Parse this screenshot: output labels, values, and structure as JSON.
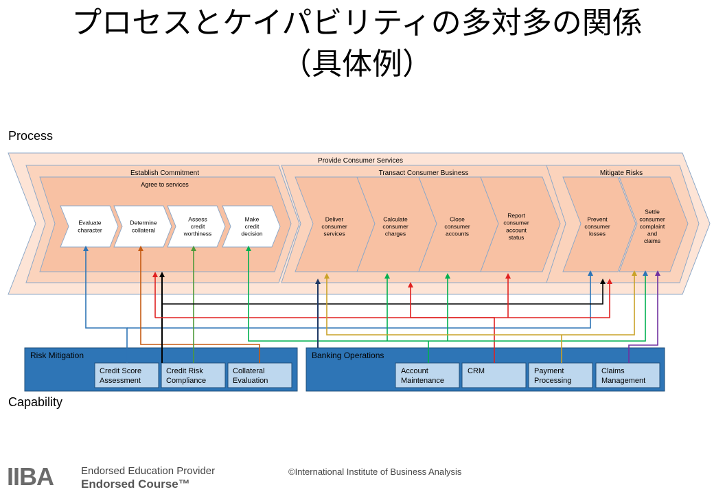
{
  "title": {
    "line1": "プロセスとケイパビリティの多対多の関係",
    "line2": "（具体例）"
  },
  "labels": {
    "process": "Process",
    "capability": "Capability"
  },
  "process": {
    "outer": "Provide Consumer Services",
    "groups": {
      "establish": "Establish Commitment",
      "transact": "Transact Consumer Business",
      "mitigate": "Mitigate Risks"
    },
    "agree": "Agree to services",
    "steps": {
      "evaluate": [
        "Evaluate",
        "character"
      ],
      "determine": [
        "Determine",
        "collateral"
      ],
      "assess": [
        "Assess",
        "credit",
        "worthiness"
      ],
      "decision": [
        "Make",
        "credit",
        "decision"
      ],
      "deliver": [
        "Deliver",
        "consumer",
        "services"
      ],
      "calculate": [
        "Calculate",
        "consumer",
        "charges"
      ],
      "close": [
        "Close",
        "consumer",
        "accounts"
      ],
      "report": [
        "Report",
        "consumer",
        "account",
        "status"
      ],
      "prevent": [
        "Prevent",
        "consumer",
        "losses"
      ],
      "settle": [
        "Settle",
        "consumer",
        "complaint",
        "and",
        "claims"
      ]
    }
  },
  "capability": {
    "risk": {
      "title": "Risk Mitigation",
      "items": [
        [
          "Credit Score",
          "Assessment"
        ],
        [
          "Credit Risk",
          "Compliance"
        ],
        [
          "Collateral",
          "Evaluation"
        ]
      ]
    },
    "banking": {
      "title": "Banking Operations",
      "items": [
        [
          "Account",
          "Maintenance"
        ],
        [
          "CRM"
        ],
        [
          "Payment",
          "Processing"
        ],
        [
          "Claims",
          "Management"
        ]
      ]
    }
  },
  "colors": {
    "light_peach": "#fde4d6",
    "mid_peach": "#fbd3bc",
    "dark_peach": "#f8c1a3",
    "outline": "#8ea9c8",
    "blue_box": "#2e75b6",
    "light_blue": "#bdd7ee",
    "line_blue": "#2e75b6",
    "line_orange": "#c55a11",
    "line_green": "#4e9a3a",
    "line_green2": "#00b050",
    "line_gold": "#c9a227",
    "line_red": "#e02020",
    "line_black": "#000000",
    "line_navy": "#1f3864",
    "line_purple": "#7030a0"
  },
  "footer": {
    "logo": "IIBA",
    "provider": "Endorsed Education Provider",
    "course": "Endorsed Course™",
    "copyright": "©International Institute of Business Analysis"
  }
}
